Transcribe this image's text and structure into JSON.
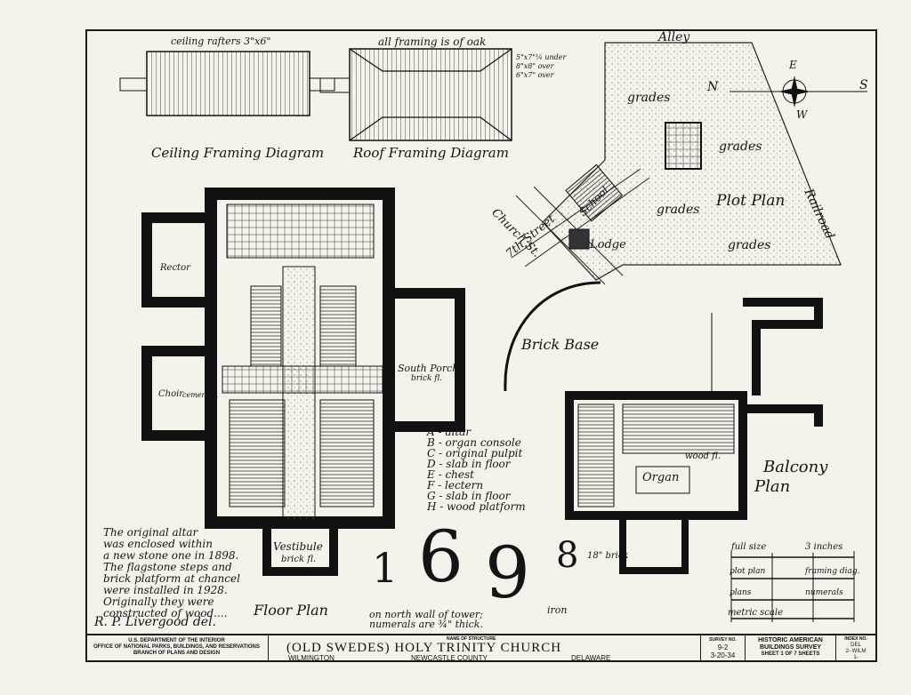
{
  "sheet": {
    "ceiling_title": "Ceiling Framing Diagram",
    "ceiling_note": "ceiling rafters 3\"x6\"",
    "roof_title": "Roof Framing Diagram",
    "roof_note": "all framing is of oak",
    "roof_sizes": "5\"x7\"¼ under\n8\"x8\" over\n6\"x7\" over",
    "plot": {
      "alley": "Alley",
      "grades": "grades",
      "title": "Plot Plan",
      "railroad": "Railroad",
      "church_st": "Church St.",
      "street_7th": "7th Street",
      "school": "School",
      "lodge": "Lodge",
      "compass_e": "E",
      "compass_w": "W",
      "compass_n": "N",
      "compass_s": "S"
    },
    "floor": {
      "title": "Floor Plan",
      "vestibule": "Vestibule",
      "brick_fl": "brick fl.",
      "south_porch": "South Porch",
      "brick_fl2": "brick fl.",
      "rector": "Rector",
      "choir": "Choir",
      "cement_fl": "cement fl."
    },
    "legend": [
      "A - altar",
      "B - organ console",
      "C - original pulpit",
      "D - slab in floor",
      "E - chest",
      "F - lectern",
      "G - slab in floor",
      "H - wood platform"
    ],
    "brick_base": "Brick Base",
    "balcony": {
      "title_1": "Balcony",
      "title_2": "Plan",
      "organ": "Organ",
      "wood_fl": "wood fl.",
      "brick_18": "18\" brick"
    },
    "history_note": "The original altar\nwas enclosed within\na new stone one in 1898.\nThe flagstone steps and\nbrick platform at chancel\nwere installed in 1928.\nOriginally they were\nconstructed of wood....",
    "delineator": "R. P. Livergood  del.",
    "numerals": {
      "d1": "1",
      "d2": "6",
      "d3": "9",
      "d4": "8"
    },
    "numerals_note": "on north wall of tower;\nnumerals are ¾\" thick.",
    "iron": "iron",
    "scales": {
      "full_size": "full size",
      "three_inches": "3 inches",
      "plot_plan": "plot plan",
      "floor_plans": "plans",
      "framing": "framing diag.",
      "numerals": "numerals",
      "metric": "metric scale"
    }
  },
  "title_block": {
    "agency_1": "U.S. DEPARTMENT OF THE INTERIOR",
    "agency_2": "OFFICE OF NATIONAL PARKS, BUILDINGS, AND RESERVATIONS",
    "agency_3": "BRANCH OF PLANS AND DESIGN",
    "name_label": "NAME OF STRUCTURE",
    "structure": "(OLD SWEDES)  HOLY TRINITY  CHURCH",
    "city": "WILMINGTON",
    "county": "NEWCASTLE COUNTY",
    "state": "DELAWARE",
    "survey_label": "SURVEY NO.",
    "survey_no": "9-2",
    "date": "3-20-34",
    "habs_1": "HISTORIC AMERICAN",
    "habs_2": "BUILDINGS SURVEY",
    "sheet_text": "SHEET 1 OF 7 SHEETS",
    "index_label": "INDEX NO.",
    "index_1": "DEL",
    "index_2": "2- WILM",
    "index_3": "1-"
  }
}
